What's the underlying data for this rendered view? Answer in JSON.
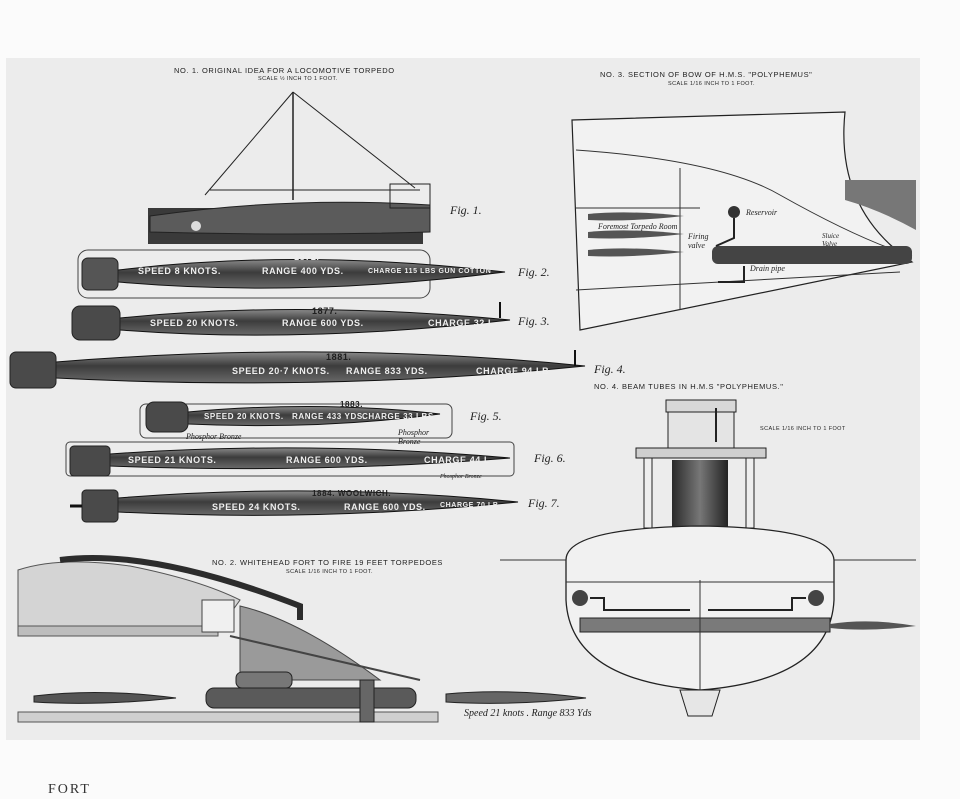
{
  "sections": {
    "no1": {
      "title": "No. 1.  Original idea for a locomotive torpedo",
      "scale": "SCALE ½ INCH TO 1 FOOT."
    },
    "no2": {
      "title": "No. 2.  Whitehead fort to fire 19 feet torpedoes",
      "scale": "SCALE 1/16 INCH TO 1 FOOT."
    },
    "no3": {
      "title": "No. 3.  Section of bow of H.M.S. \"Polyphemus\"",
      "scale": "SCALE 1/16 INCH TO 1 FOOT."
    },
    "no4": {
      "title": "No. 4.  Beam tubes in H.M.S \"Polyphemus.\"",
      "scale": "SCALE 1/16 INCH TO 1 FOOT"
    }
  },
  "figures": [
    {
      "fig": "Fig. 1.",
      "year": "",
      "speed": "",
      "range": "",
      "charge": ""
    },
    {
      "fig": "Fig. 2.",
      "year": "1872.",
      "speed": "SPEED 8 KNOTS.",
      "range": "RANGE 400 YDS.",
      "charge": "CHARGE 115 LBS GUN COTTON"
    },
    {
      "fig": "Fig. 3.",
      "year": "1877.",
      "speed": "SPEED 20 KNOTS.",
      "range": "RANGE 600 YDS.",
      "charge": "CHARGE 32 L"
    },
    {
      "fig": "Fig. 4.",
      "year": "1881.",
      "speed": "SPEED 20·7 KNOTS.",
      "range": "RANGE 833 YDS.",
      "charge": "CHARGE 94 LB"
    },
    {
      "fig": "Fig. 5.",
      "year": "1883.",
      "speed": "SPEED 20 KNOTS.",
      "range": "RANGE 433 YDS.",
      "charge": "CHARGE 33 LBS"
    },
    {
      "fig": "Fig. 6.",
      "year": "",
      "speed": "SPEED 21 KNOTS.",
      "range": "RANGE 600 YDS.",
      "charge": "CHARGE 44 L"
    },
    {
      "fig": "Fig. 7.",
      "year": "1884. WOOLWICH.",
      "speed": "SPEED 24 KNOTS.",
      "range": "RANGE 600 YDS.",
      "charge": "CHARGE 70 LB"
    }
  ],
  "annotations": {
    "phosphor_bronze_1": "Phosphor Bronze",
    "phosphor_bronze_2": "Phosphor Bronze",
    "phosphor_bronze_3": "Phosphor Bronze",
    "foremost_torpedo_room": "Foremost Torpedo Room",
    "firing_valve": "Firing valve",
    "reservoir": "Reservoir",
    "sluice_valve": "Sluice Valve",
    "drain_pipe": "Drain pipe",
    "fort_speed": "Speed 21 knots . Range 833 Yds"
  },
  "corner_text": "FORT"
}
